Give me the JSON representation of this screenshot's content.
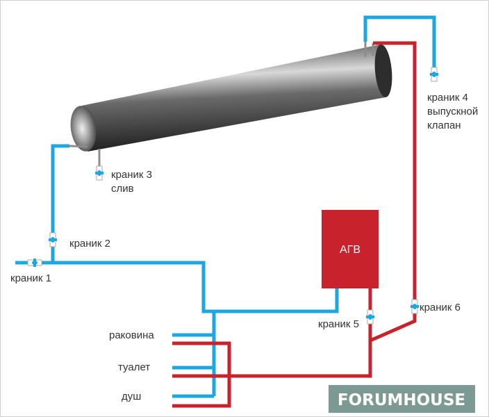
{
  "colors": {
    "cold_pipe": "#1ea6e0",
    "hot_pipe": "#c8232c",
    "heater": "#c8232c",
    "logo_bg": "#7c9a93"
  },
  "heater": {
    "label": "АГВ"
  },
  "valves": {
    "v1": "краник 1",
    "v2": "краник 2",
    "v3": "краник 3",
    "v3_note": "слив",
    "v4": "краник 4",
    "v4_note1": "выпускной",
    "v4_note2": "клапан",
    "v5": "краник 5",
    "v6": "краник 6"
  },
  "fixtures": [
    "раковина",
    "туалет",
    "душ"
  ],
  "logo": "FORUMHOUSE"
}
